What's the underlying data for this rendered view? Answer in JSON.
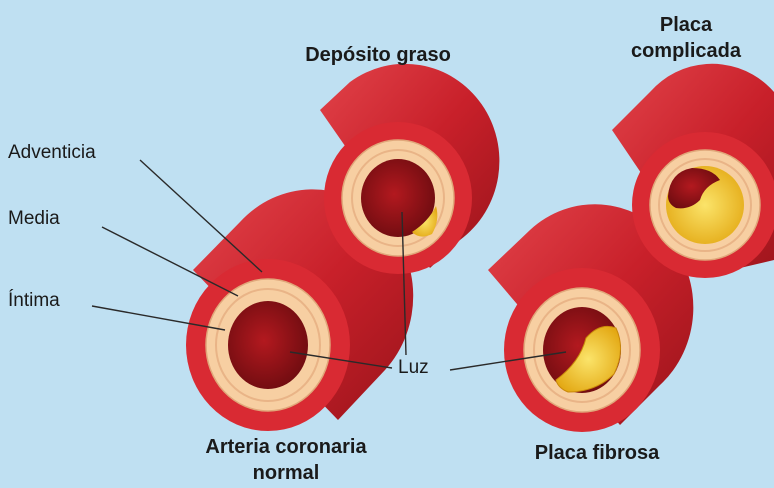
{
  "labels": {
    "adventicia": "Adventicia",
    "media": "Media",
    "intima": "Íntima",
    "luz": "Luz"
  },
  "titles": {
    "normal_line1": "Arteria coronaria",
    "normal_line2": "normal",
    "deposito": "Depósito graso",
    "placa_fibrosa": "Placa fibrosa",
    "placa_complicada_line1": "Placa",
    "placa_complicada_line2": "complicada"
  },
  "colors": {
    "background": "#bfe0f2",
    "vessel_wall": "#c8202a",
    "media_layer": "#f7cfa2",
    "lumen": "#8e1218",
    "plaque": "#f2c21a"
  }
}
